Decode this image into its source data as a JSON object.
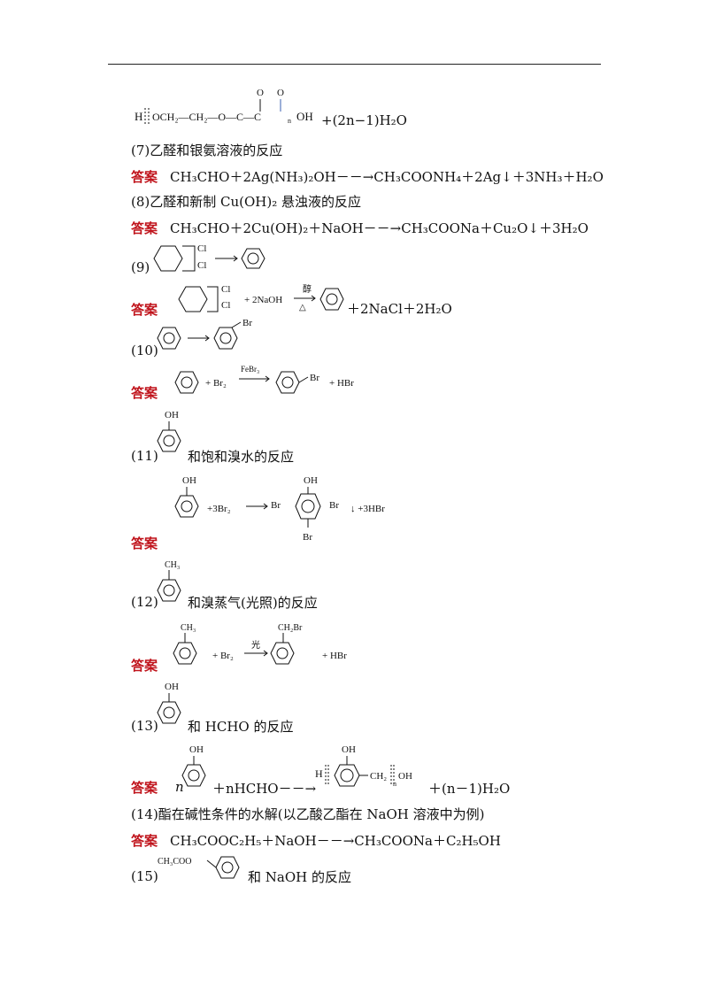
{
  "rule": "",
  "top_tail": {
    "chain_left": "H",
    "chain_mid": "OCH₂—CH₂—O—C—C",
    "chain_oh": "OH",
    "subscript": "n",
    "o1": "O",
    "o2": "O",
    "product": "+(2n−1)H₂O"
  },
  "answer_label": "答案",
  "item7": {
    "title": "(7)乙醛和银氨溶液的反应",
    "answer": "CH₃CHO＋2Ag(NH₃)₂OH－－→CH₃COONH₄＋2Ag↓＋3NH₃＋H₂O"
  },
  "item8": {
    "title": "(8)乙醛和新制 Cu(OH)₂ 悬浊液的反应",
    "answer": "CH₃CHO＋2Cu(OH)₂＋NaOH－－→CH₃COONa＋Cu₂O↓＋3H₂O"
  },
  "item9": {
    "num": "(9)",
    "cl1": "Cl",
    "cl2": "Cl",
    "reagent": "+ 2NaOH",
    "cond_top": "醇",
    "cond_bottom": "△",
    "products": "＋2NaCl＋2H₂O"
  },
  "item10": {
    "num": "(10)",
    "br": "Br",
    "reagent": "+ Br₂",
    "catalyst": "FeBr₃",
    "byproduct": "+ HBr"
  },
  "item11": {
    "num": "(11)",
    "oh": "OH",
    "text": "和饱和溴水的反应",
    "reagent": "+3Br₂",
    "br_left": "Br",
    "br_right": "Br",
    "br_bottom": "Br",
    "byproduct": "↓ +3HBr"
  },
  "item12": {
    "num": "(12)",
    "ch3": "CH₃",
    "text": "和溴蒸气(光照)的反应",
    "reagent": "+ Br₂",
    "cond": "光",
    "ch2br": "CH₂Br",
    "byproduct": "+ HBr"
  },
  "item13": {
    "num": "(13)",
    "oh": "OH",
    "text": "和 HCHO 的反应",
    "n": "n",
    "reagent": "＋nHCHO－－→",
    "h": "H",
    "ch2": "CH₂",
    "sub_n": "n",
    "oh2": "OH",
    "product": "＋(n－1)H₂O"
  },
  "item14": {
    "title": "(14)酯在碱性条件的水解(以乙酸乙酯在 NaOH 溶液中为例)",
    "answer": "CH₃COOC₂H₅＋NaOH－－→CH₃COONa＋C₂H₅OH"
  },
  "item15": {
    "num": "(15)",
    "group": "CH₃COO",
    "text": "和 NaOH 的反应"
  }
}
